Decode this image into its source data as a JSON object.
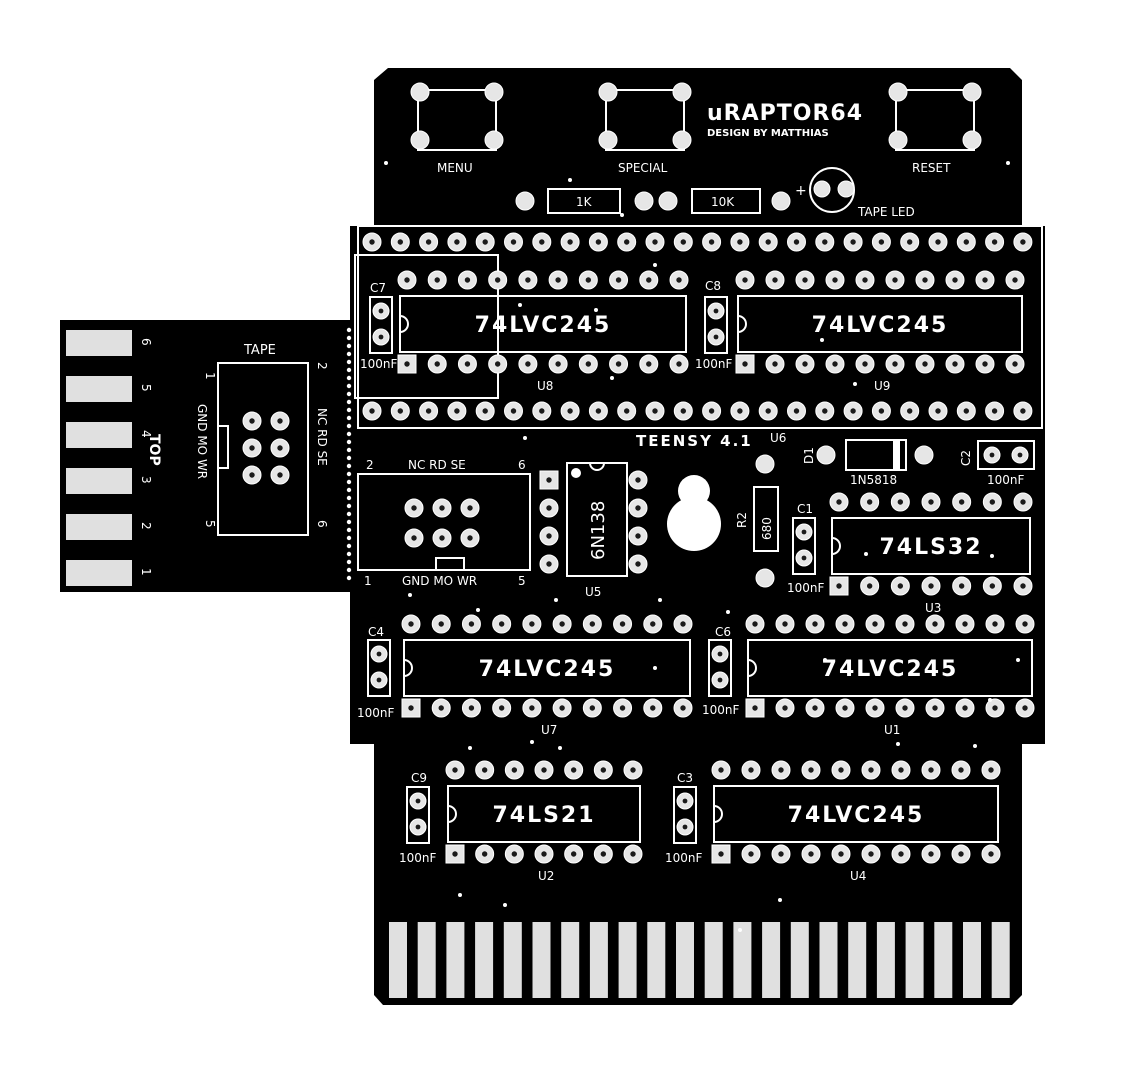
{
  "board": {
    "title": "uRAPTOR64",
    "subtitle": "DESIGN BY MATTHIAS",
    "buttons": [
      "MENU",
      "SPECIAL",
      "RESET"
    ],
    "resistors_top": [
      "1K",
      "10K"
    ],
    "tape_led": "TAPE LED",
    "teensy": "TEENSY 4.1",
    "teensy_ref": "U6",
    "plus_sign": "+"
  },
  "chips": {
    "u8": {
      "part": "74LVC245",
      "ref": "U8"
    },
    "u9": {
      "part": "74LVC245",
      "ref": "U9"
    },
    "u3": {
      "part": "74LS32",
      "ref": "U3"
    },
    "u7": {
      "part": "74LVC245",
      "ref": "U7"
    },
    "u1": {
      "part": "74LVC245",
      "ref": "U1"
    },
    "u2": {
      "part": "74LS21",
      "ref": "U2"
    },
    "u4": {
      "part": "74LVC245",
      "ref": "U4"
    },
    "u5": {
      "part": "6N138",
      "ref": "U5"
    }
  },
  "caps": {
    "c7": {
      "ref": "C7",
      "val": "100nF"
    },
    "c8": {
      "ref": "C8",
      "val": "100nF"
    },
    "c1": {
      "ref": "C1",
      "val": "100nF"
    },
    "c2": {
      "ref": "C2",
      "val": "100nF"
    },
    "c4": {
      "ref": "C4",
      "val": "100nF"
    },
    "c6": {
      "ref": "C6",
      "val": "100nF"
    },
    "c9": {
      "ref": "C9",
      "val": "100nF"
    },
    "c3": {
      "ref": "C3",
      "val": "100nF"
    }
  },
  "diode": {
    "ref": "D1",
    "part": "1N5818"
  },
  "r2": {
    "ref": "R2",
    "val": "680"
  },
  "tape": {
    "label": "TAPE",
    "top": "TOP",
    "pin_numbers": [
      "6",
      "5",
      "4",
      "3",
      "2",
      "1"
    ],
    "header_left": [
      "1",
      "5"
    ],
    "header_right": [
      "2",
      "6"
    ],
    "left_labels": "GND MO WR",
    "right_labels": "NC RD SE",
    "conn_top_left": "2",
    "conn_top_labels": "NC RD SE",
    "conn_top_right": "6",
    "conn_bottom_left": "1",
    "conn_bottom_labels": "GND MO WR",
    "conn_bottom_right": "5"
  }
}
